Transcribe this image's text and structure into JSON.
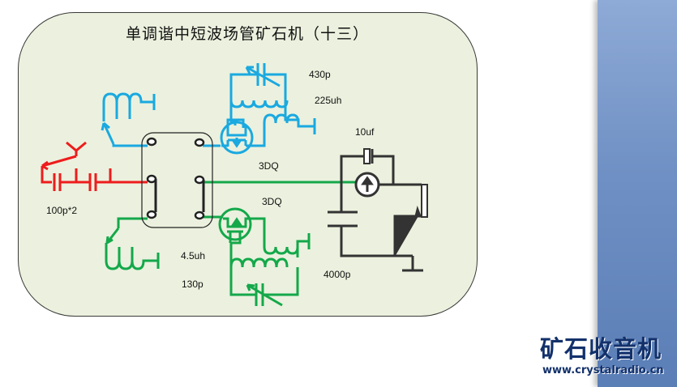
{
  "slide": {
    "title": "单调谐中短波场管矿石机（十三）"
  },
  "labels": {
    "cap_top": "430p",
    "coil_top": "225uh",
    "transistor_top": "3DQ",
    "transistor_bottom": "3DQ",
    "electrolytic": "10uf",
    "antenna_caps": "100p*2",
    "coil_bottom": "4.5uh",
    "cap_bottom": "130p",
    "bypass_cap": "4000p"
  },
  "colors": {
    "mw_circuit": "#1aa9e0",
    "sw_circuit": "#14a84a",
    "antenna": "#ee1c1c",
    "detector": "#222222",
    "board_bg": "#ebf1de",
    "side_panel": "#6f90c4"
  },
  "logo": {
    "name": "矿石收音机",
    "url": "www.crystalradio.cn"
  }
}
